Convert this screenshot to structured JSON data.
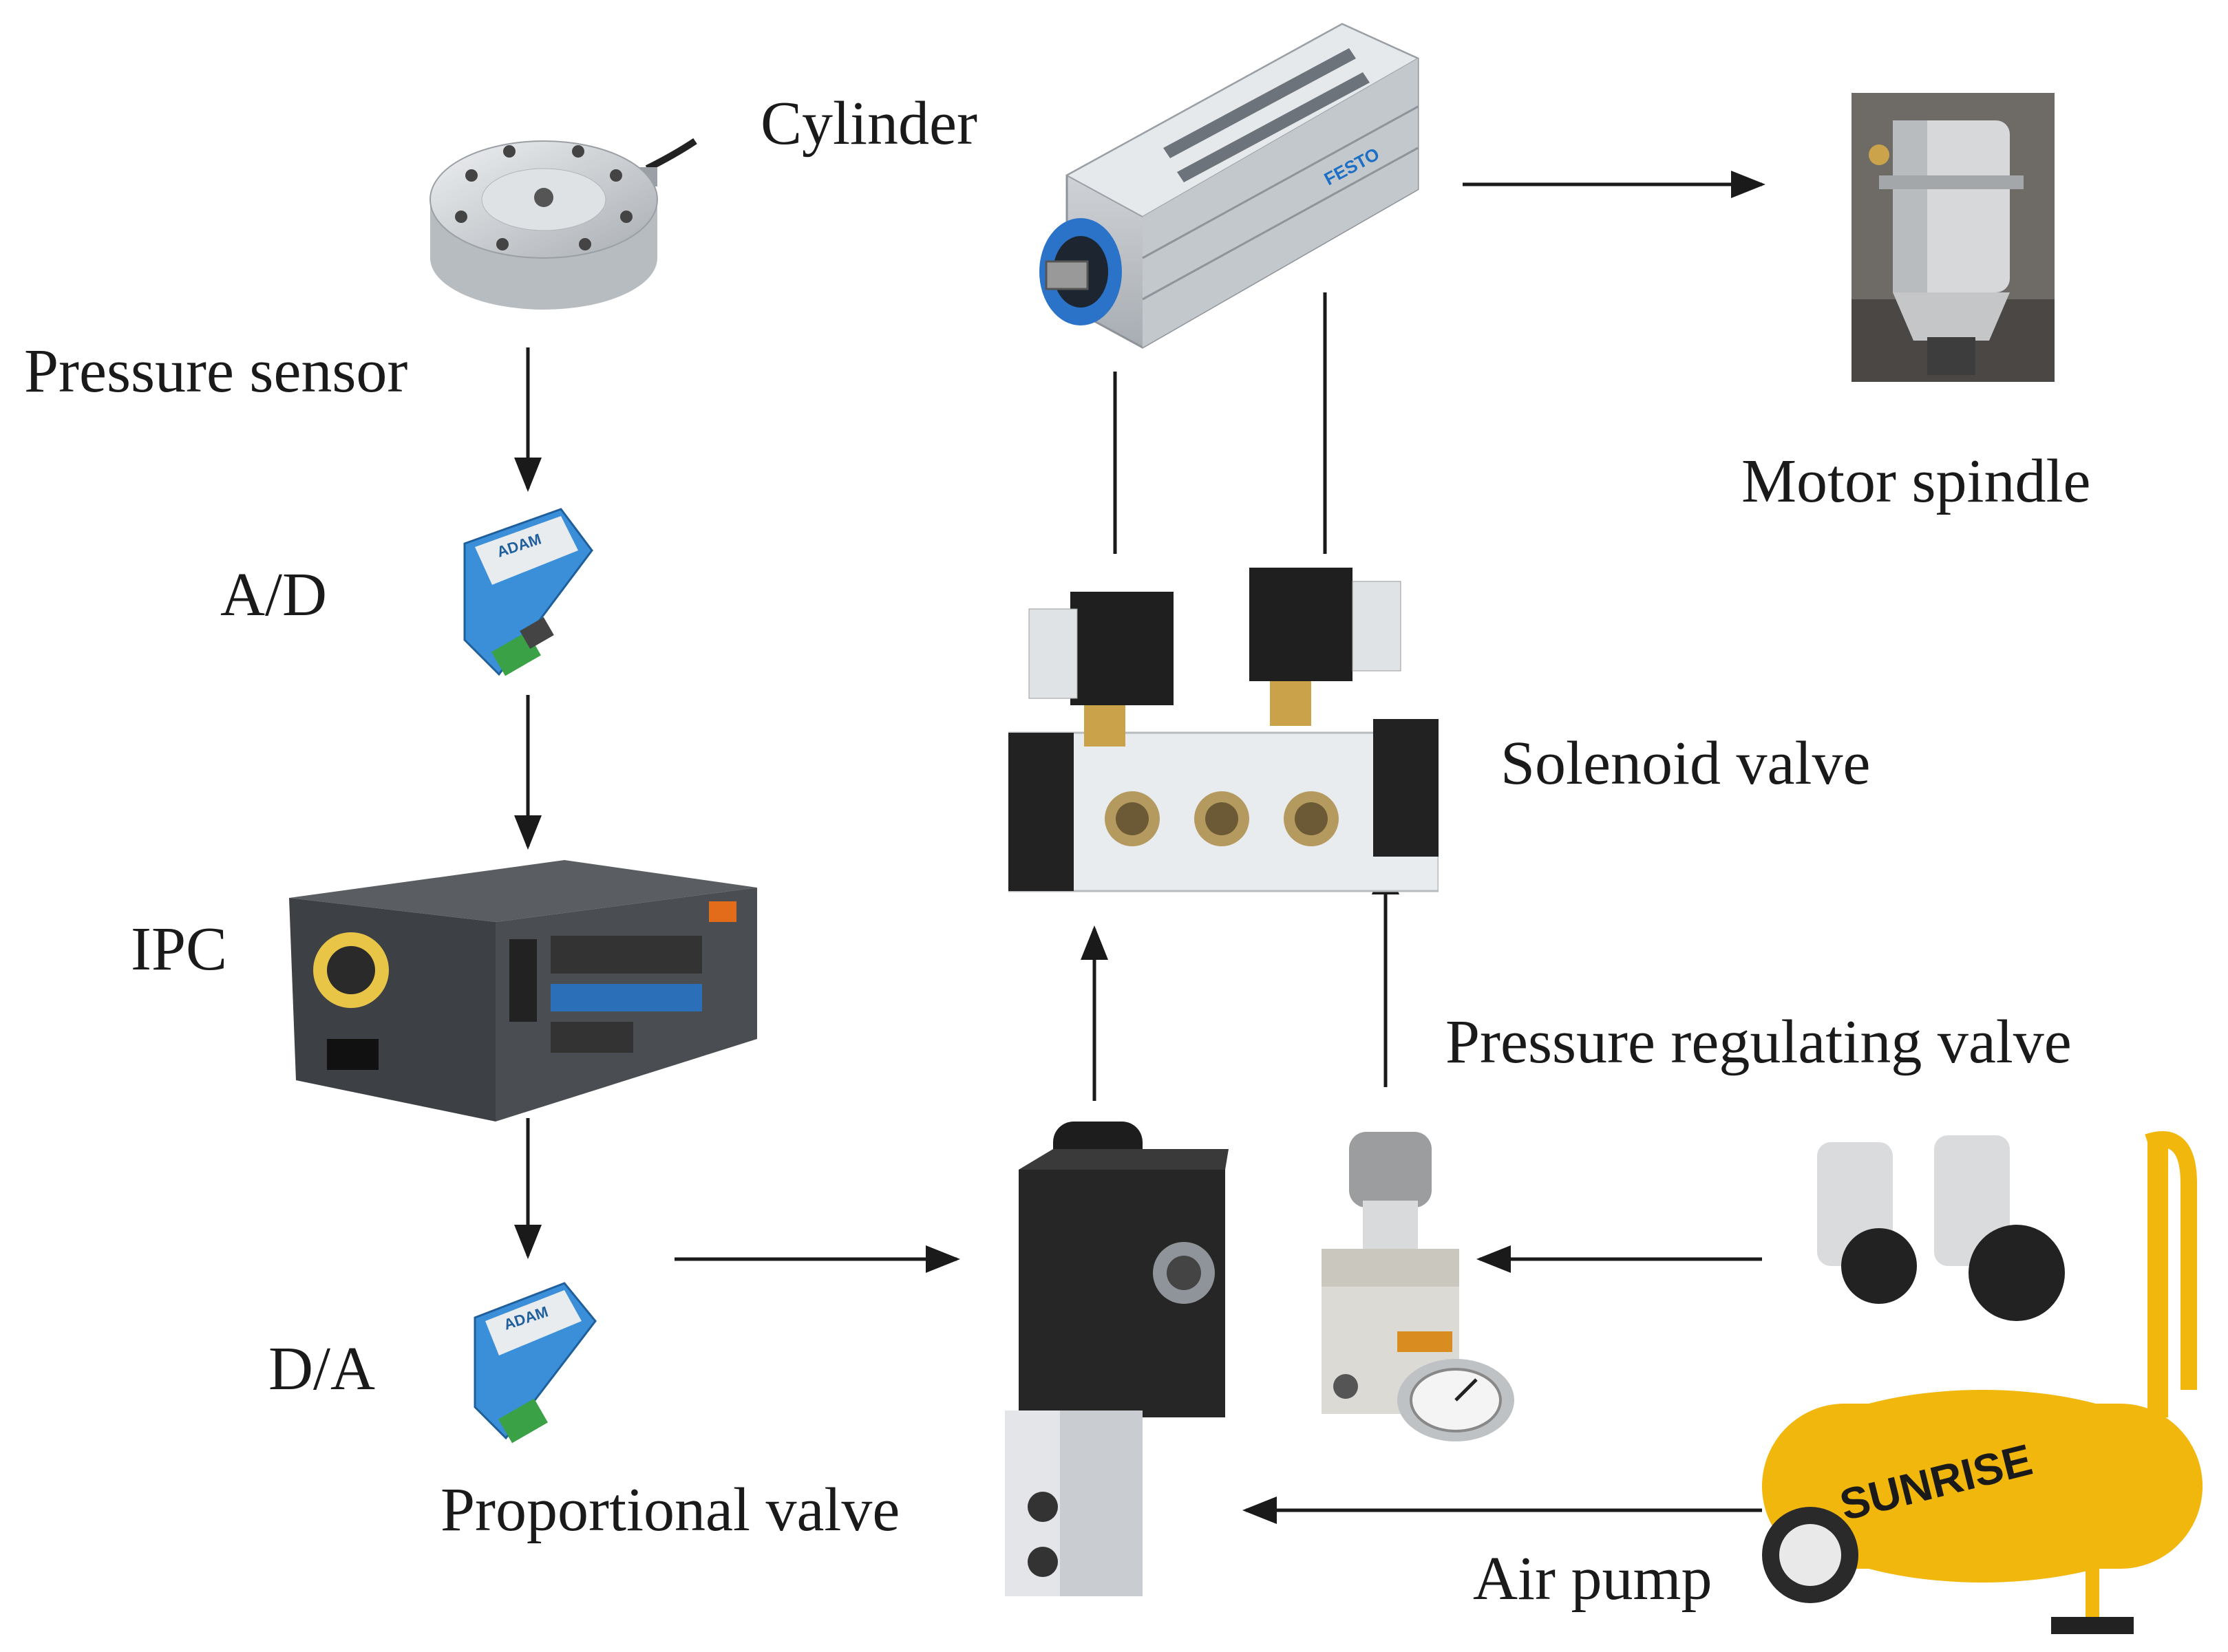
{
  "labels": {
    "cylinder": "Cylinder",
    "pressure_sensor": "Pressure sensor",
    "ad": "A/D",
    "ipc": "IPC",
    "da": "D/A",
    "proportional_valve": "Proportional valve",
    "solenoid_valve": "Solenoid valve",
    "pressure_regulating_valve": "Pressure regulating valve",
    "air_pump": "Air pump",
    "motor_spindle": "Motor spindle"
  },
  "device_text": {
    "cylinder_brand": "FESTO",
    "adam_brand": "ADAM",
    "compressor_brand": "SUNRISE"
  },
  "icons": [
    "pressure-sensor-icon",
    "cylinder-icon",
    "motor-spindle-icon",
    "adc-module-icon",
    "ipc-icon",
    "dac-module-icon",
    "solenoid-valve-icon",
    "proportional-valve-icon",
    "regulator-icon",
    "air-compressor-icon"
  ],
  "colors": {
    "arrow": "#1a1a1a",
    "module_blue": "#3a8fd8",
    "compressor_yellow": "#f2b70c",
    "metal": "#c9cdd2"
  }
}
